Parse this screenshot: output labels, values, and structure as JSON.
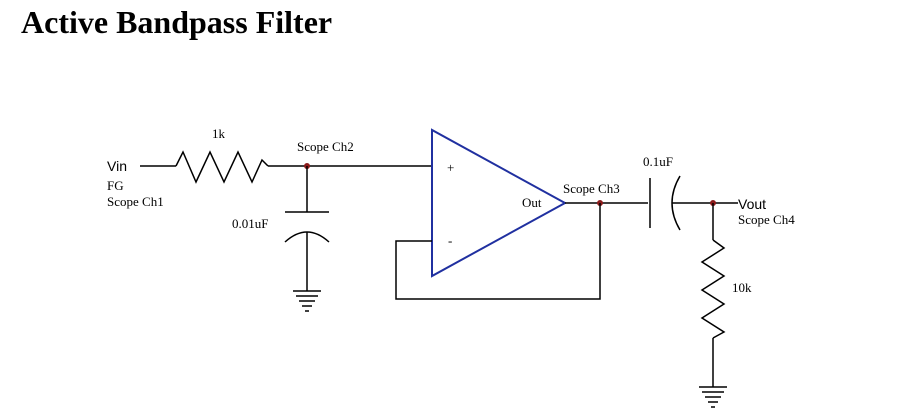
{
  "title": "Active Bandpass Filter",
  "labels": {
    "vin": "Vin",
    "fg": "FG",
    "scope_ch1": "Scope Ch1",
    "r1": "1k",
    "scope_ch2": "Scope Ch2",
    "c1": "0.01uF",
    "opamp_plus": "+",
    "opamp_minus": "-",
    "opamp_out": "Out",
    "scope_ch3": "Scope Ch3",
    "c2": "0.1uF",
    "vout": "Vout",
    "scope_ch4": "Scope Ch4",
    "r2": "10k"
  },
  "colors": {
    "opamp": "#2030a0",
    "node": "#8b1a1a",
    "wire": "#000000"
  }
}
